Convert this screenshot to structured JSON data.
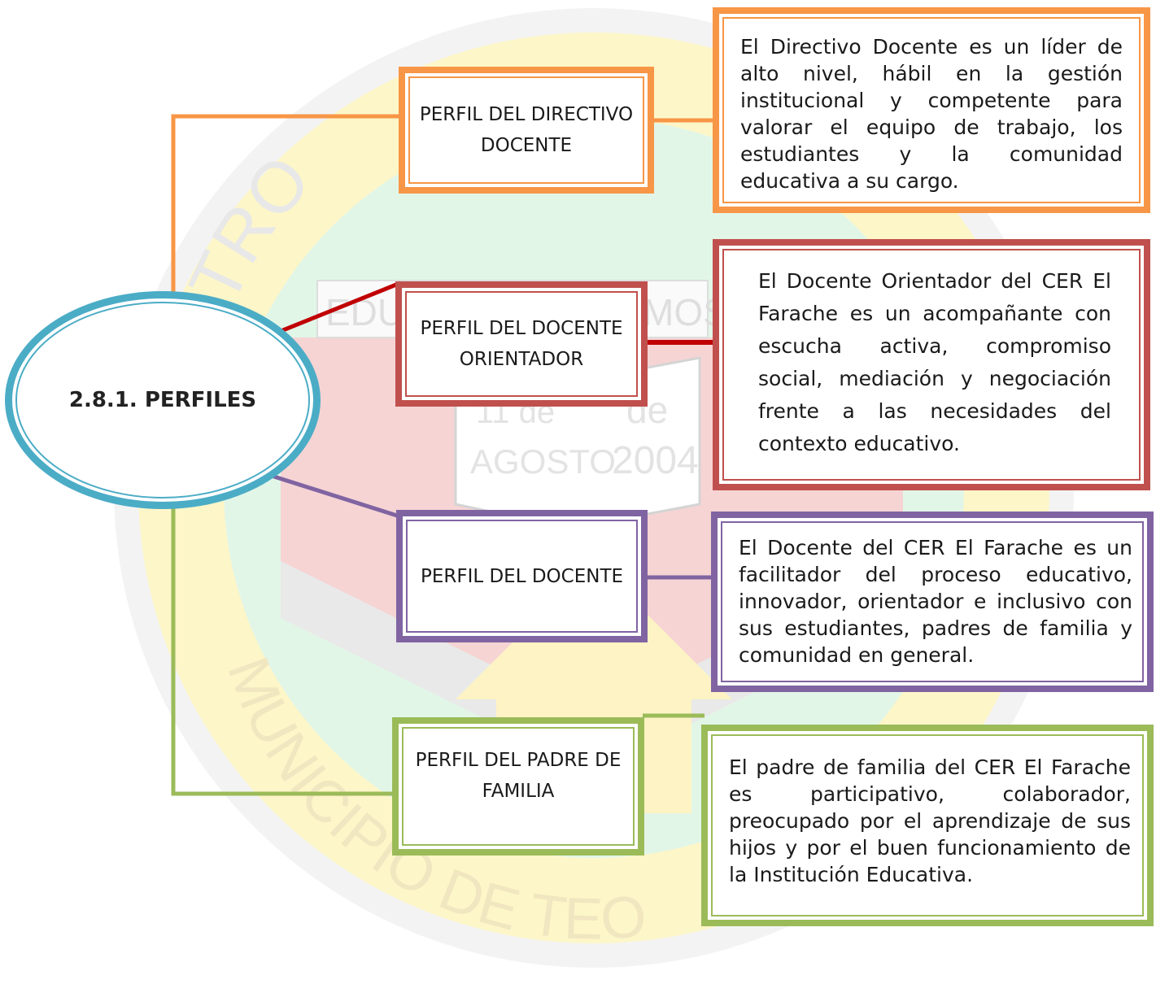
{
  "diagram": {
    "hub": {
      "title": "2.8.1. PERFILES"
    },
    "colors": {
      "orange": "#f79646",
      "red": "#c0504d",
      "red_connector": "#c00000",
      "purple": "#8064a2",
      "green": "#9bbb59",
      "hub_outline": "#4bacc6"
    },
    "background": {
      "watermark_words": [
        "CENTRO",
        "EDU",
        "MOS",
        "de",
        "AGOSTO",
        "2004",
        "MUNICIPIO DE TEO"
      ],
      "date_fragment": "11 de"
    },
    "profiles": [
      {
        "label": "PERFIL DEL DIRECTIVO DOCENTE",
        "color": "orange",
        "description": "El Directivo Docente es un líder de alto nivel, hábil en la gestión institucional y competente para valorar el equipo de trabajo, los estudiantes y la comunidad educativa a su cargo."
      },
      {
        "label": "PERFIL DEL DOCENTE ORIENTADOR",
        "color": "red",
        "description": "El Docente Orientador del CER El Farache es un acompañante con escucha activa, compromiso social, mediación y negociación frente a las necesidades del contexto educativo."
      },
      {
        "label": "PERFIL DEL DOCENTE",
        "color": "purple",
        "description": "El Docente del CER El Farache es un facilitador del proceso educativo, innovador, orientador e inclusivo con sus estudiantes, padres de familia y comunidad en general."
      },
      {
        "label": "PERFIL DEL PADRE DE FAMILIA",
        "color": "green",
        "description": "El padre de familia del CER El Farache es participativo, colaborador, preocupado por el aprendizaje de sus hijos y por el buen funcionamiento de la Institución Educativa."
      }
    ]
  }
}
